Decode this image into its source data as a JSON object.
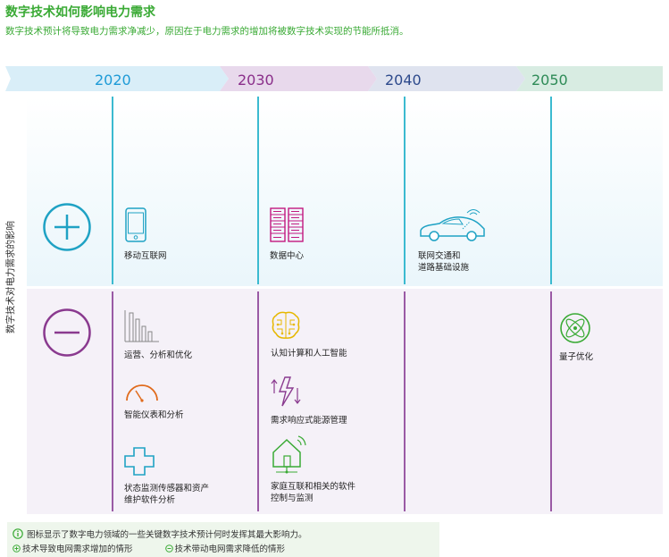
{
  "title": "数字技术如何影响电力需求",
  "subtitle": "数字技术预计将导致电力需求净减少，原因在于电力需求的增加将被数字技术实现的节能所抵消。",
  "timeline": {
    "years": [
      {
        "label": "2020",
        "color": "#1e9bd7"
      },
      {
        "label": "2030",
        "color": "#8a2f8a"
      },
      {
        "label": "2040",
        "color": "#2d4a8c"
      },
      {
        "label": "2050",
        "color": "#2e8b57"
      }
    ]
  },
  "side_label": "数字技术对电力需求的影响",
  "rows": {
    "increase": {
      "icon": "plus-circle-icon",
      "items": [
        {
          "label": "移动互联网",
          "icon": "smartphone-icon"
        },
        {
          "label": "数据中心",
          "icon": "server-rack-icon"
        },
        {
          "label_line1": "联网交通和",
          "label_line2": "道路基础设施",
          "icon": "connected-car-icon"
        }
      ]
    },
    "decrease": {
      "icon": "minus-circle-icon",
      "items": [
        {
          "label": "运营、分析和优化",
          "icon": "bar-chart-icon"
        },
        {
          "label": "智能仪表和分析",
          "icon": "gauge-icon"
        },
        {
          "label_line1": "状态监测传感器和资产",
          "label_line2": "维护软件分析",
          "icon": "medical-cross-icon"
        },
        {
          "label": "认知计算和人工智能",
          "icon": "brain-icon"
        },
        {
          "label": "需求响应式能源管理",
          "icon": "lightning-arrows-icon"
        },
        {
          "label_line1": "家庭互联和相关的软件",
          "label_line2": "控制与监测",
          "icon": "smart-home-icon"
        },
        {
          "label": "量子优化",
          "icon": "atom-icon"
        }
      ]
    }
  },
  "legend": {
    "note": "图标显示了数字电力领域的一些关键数字技术预计何时发挥其最大影响力。",
    "plus_text": "技术导致电网需求增加的情形",
    "minus_text": "技术带动电网需求降低的情形"
  },
  "colors": {
    "green": "#3aaa35",
    "cyan": "#1fa2c4",
    "purple": "#8a3a8f",
    "magenta": "#c2187f",
    "yellow": "#e6b800"
  }
}
